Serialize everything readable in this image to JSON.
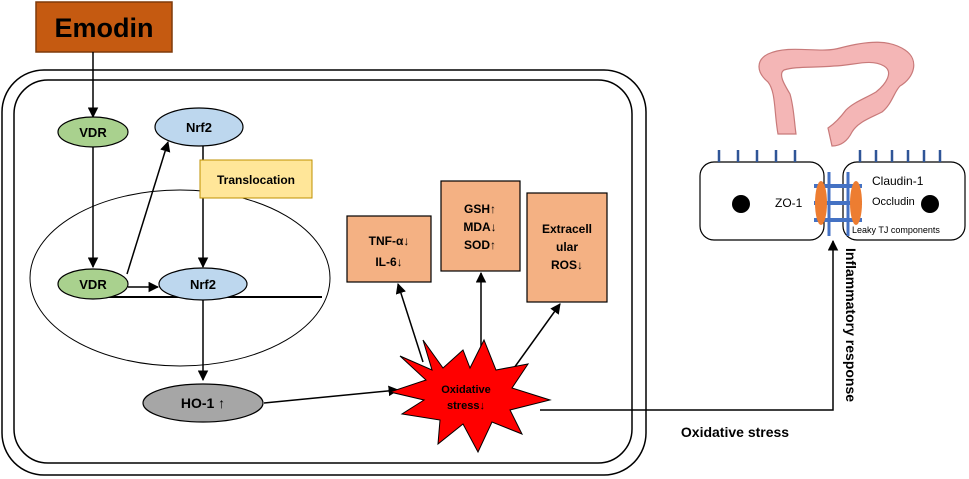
{
  "source": {
    "label": "Emodin"
  },
  "nodes": {
    "vdr_cyto": "VDR",
    "nrf2_cyto": "Nrf2",
    "vdr_nuc": "VDR",
    "nrf2_nuc": "Nrf2",
    "ho1": "HO-1 ↑",
    "translocation": "Translocation"
  },
  "effects": {
    "cytokines": [
      "TNF-α↓",
      "IL-6↓"
    ],
    "antioxidants": [
      "GSH↑",
      "MDA↓",
      "SOD↑"
    ],
    "ros": [
      "Extracell",
      "ular",
      "ROS↓"
    ]
  },
  "burst": {
    "lines": [
      "Oxidative",
      "stress↓"
    ]
  },
  "labels": {
    "oxidative_stress": "Oxidative stress",
    "inflammatory_response": "Inflammatory response"
  },
  "epithelium": {
    "claudin": "Claudin-1",
    "occludin": "Occludin",
    "zo1": "ZO-1",
    "leaky": "Leaky TJ components"
  },
  "colors": {
    "emodin_fill": "#C55A11",
    "green_node": "#A9D18E",
    "blue_node": "#BDD7EE",
    "gray_node": "#A6A6A6",
    "effect_box": "#F4B183",
    "translocation_box": "#FFE699",
    "burst": "#FF0000",
    "tj_blue": "#4472C4",
    "zo1_orange": "#ED7D31",
    "colon": "#F4B6B6"
  }
}
